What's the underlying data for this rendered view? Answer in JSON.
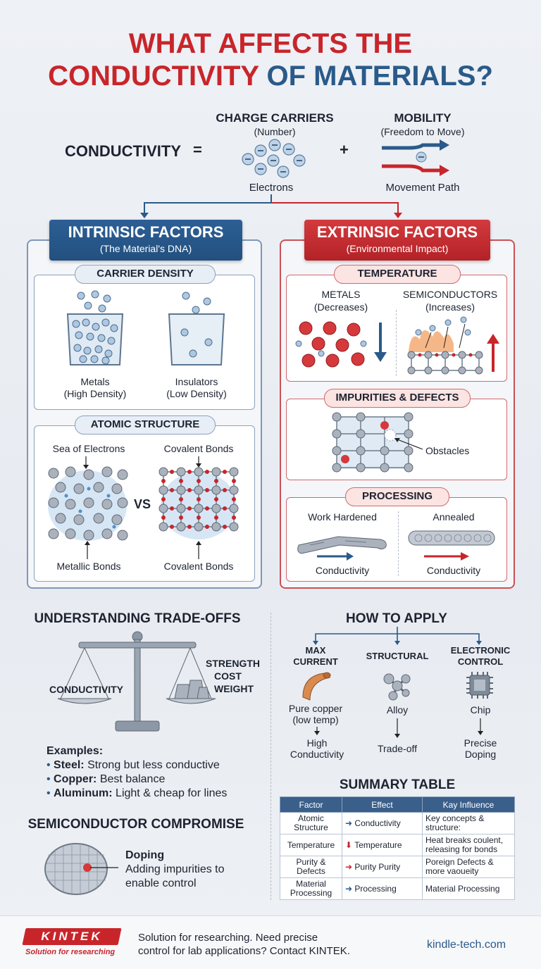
{
  "title": {
    "line1": "WHAT AFFECTS THE",
    "line2a": "CONDUCTIVITY",
    "line2b": "OF MATERIALS?"
  },
  "equation": {
    "lhs": "CONDUCTIVITY",
    "eq": "=",
    "plus": "+",
    "carriers": {
      "title": "CHARGE CARRIERS",
      "sub": "(Number)",
      "caption": "Electrons"
    },
    "mobility": {
      "title": "MOBILITY",
      "sub": "(Freedom to Move)",
      "caption": "Movement Path"
    }
  },
  "intrinsic": {
    "title": "INTRINSIC FACTORS",
    "subtitle": "(The Material's DNA)",
    "density": {
      "label": "CARRIER DENSITY",
      "metals": "Metals",
      "metals_sub": "(High Density)",
      "insulators": "Insulators",
      "insulators_sub": "(Low Density)"
    },
    "structure": {
      "label": "ATOMIC STRUCTURE",
      "sea": "Sea of Electrons",
      "covalent_top": "Covalent Bonds",
      "vs": "VS",
      "metallic": "Metallic Bonds",
      "covalent_bottom": "Covalent Bonds"
    }
  },
  "extrinsic": {
    "title": "EXTRINSIC FACTORS",
    "subtitle": "(Environmental Impact)",
    "temperature": {
      "label": "TEMPERATURE",
      "metals": "METALS",
      "metals_sub": "(Decreases)",
      "semi": "SEMICONDUCTORS",
      "semi_sub": "(Increases)"
    },
    "impurities": {
      "label": "IMPURITIES & DEFECTS",
      "obstacles": "Obstacles"
    },
    "processing": {
      "label": "PROCESSING",
      "hardened": "Work Hardened",
      "annealed": "Annealed",
      "cond_left": "Conductivity",
      "cond_right": "Conductivity"
    }
  },
  "tradeoffs": {
    "title": "UNDERSTANDING TRADE-OFFS",
    "left": "CONDUCTIVITY",
    "right": [
      "STRENGTH",
      "COST",
      "WEIGHT"
    ],
    "examples_title": "Examples:",
    "examples": [
      {
        "bold": "Steel:",
        "text": "Strong but less conductive"
      },
      {
        "bold": "Copper:",
        "text": "Best balance"
      },
      {
        "bold": "Aluminum:",
        "text": "Light & cheap for lines"
      }
    ]
  },
  "semi": {
    "title": "SEMICONDUCTOR COMPROMISE",
    "doping": "Doping",
    "desc1": "Adding impurities to",
    "desc2": "enable control"
  },
  "apply": {
    "title": "HOW TO APPLY",
    "cols": [
      {
        "head1": "MAX",
        "head2": "CURRENT",
        "item1": "Pure copper",
        "item2": "(low temp)",
        "result1": "High",
        "result2": "Conductivity"
      },
      {
        "head1": "STRUCTURAL",
        "head2": "",
        "item1": "Alloy",
        "item2": "",
        "result1": "Trade-off",
        "result2": ""
      },
      {
        "head1": "ELECTRONIC",
        "head2": "CONTROL",
        "item1": "Chip",
        "item2": "",
        "result1": "Precise",
        "result2": "Doping"
      }
    ]
  },
  "summary": {
    "title": "SUMMARY TABLE",
    "headers": [
      "Factor",
      "Effect",
      "Kay Influence"
    ],
    "rows": [
      {
        "factor": "Atomic Structure",
        "effect": "Conductivity",
        "influence": "Key concepts & structure:"
      },
      {
        "factor": "Temperature",
        "effect": "Temperature",
        "influence": "Heat breaks coulent, releasing for bonds"
      },
      {
        "factor": "Purity & Defects",
        "effect": "Purity Purity",
        "influence": "Poreign Defects & more vaoueity"
      },
      {
        "factor": "Material Processing",
        "effect": "Processing",
        "influence": "Material Processing"
      }
    ]
  },
  "footer": {
    "logo": "KINTEK",
    "tagline": "Solution for researching",
    "text1": "Solution for researching. Need precise",
    "text2": "control for lab applications? Contact KINTEK.",
    "url": "kindle-tech.com"
  },
  "colors": {
    "red": "#c8252b",
    "blue": "#2a5a8a"
  }
}
